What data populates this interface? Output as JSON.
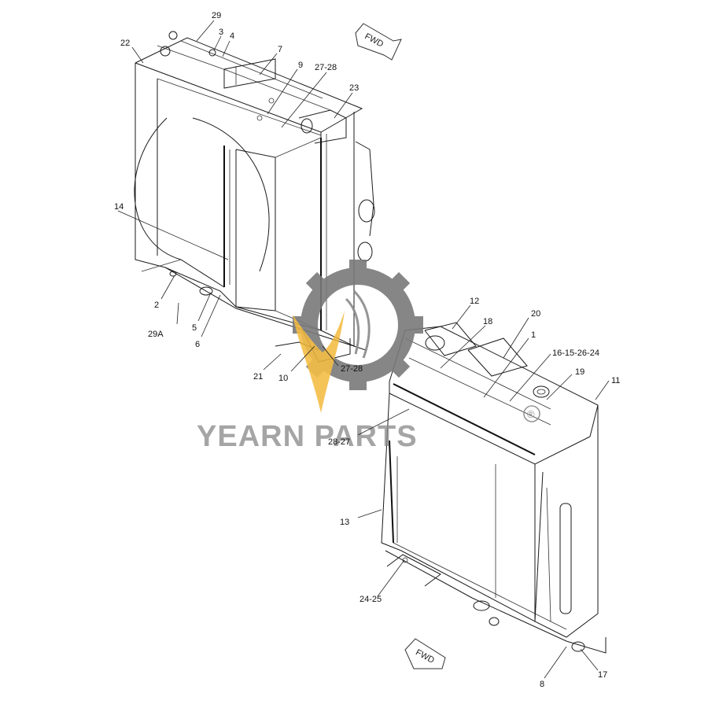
{
  "labels": [
    {
      "id": "29",
      "text": "29"
    },
    {
      "id": "3",
      "text": "3"
    },
    {
      "id": "4",
      "text": "4"
    },
    {
      "id": "22",
      "text": "22"
    },
    {
      "id": "7",
      "text": "7"
    },
    {
      "id": "9",
      "text": "9"
    },
    {
      "id": "27-28-a",
      "text": "27-28"
    },
    {
      "id": "23",
      "text": "23"
    },
    {
      "id": "14",
      "text": "14"
    },
    {
      "id": "2",
      "text": "2"
    },
    {
      "id": "5",
      "text": "5"
    },
    {
      "id": "6",
      "text": "6"
    },
    {
      "id": "29A",
      "text": "29A"
    },
    {
      "id": "21",
      "text": "21"
    },
    {
      "id": "10",
      "text": "10"
    },
    {
      "id": "27-28-b",
      "text": "27-28"
    },
    {
      "id": "12",
      "text": "12"
    },
    {
      "id": "18",
      "text": "18"
    },
    {
      "id": "20",
      "text": "20"
    },
    {
      "id": "1",
      "text": "1"
    },
    {
      "id": "16-15-26-24",
      "text": "16-15-26-24"
    },
    {
      "id": "19",
      "text": "19"
    },
    {
      "id": "11",
      "text": "11"
    },
    {
      "id": "28-27",
      "text": "28-27"
    },
    {
      "id": "13",
      "text": "13"
    },
    {
      "id": "24-25",
      "text": "24-25"
    },
    {
      "id": "8",
      "text": "8"
    },
    {
      "id": "17",
      "text": "17"
    }
  ],
  "fwd_arrows": [
    {
      "id": "top",
      "text": "FWD"
    },
    {
      "id": "bottom",
      "text": "FWD"
    }
  ],
  "watermark": {
    "text": "YEARN PARTS",
    "registered_mark": "®",
    "gear_color": "#7a7a7a",
    "flame_color": "#f3b733"
  }
}
